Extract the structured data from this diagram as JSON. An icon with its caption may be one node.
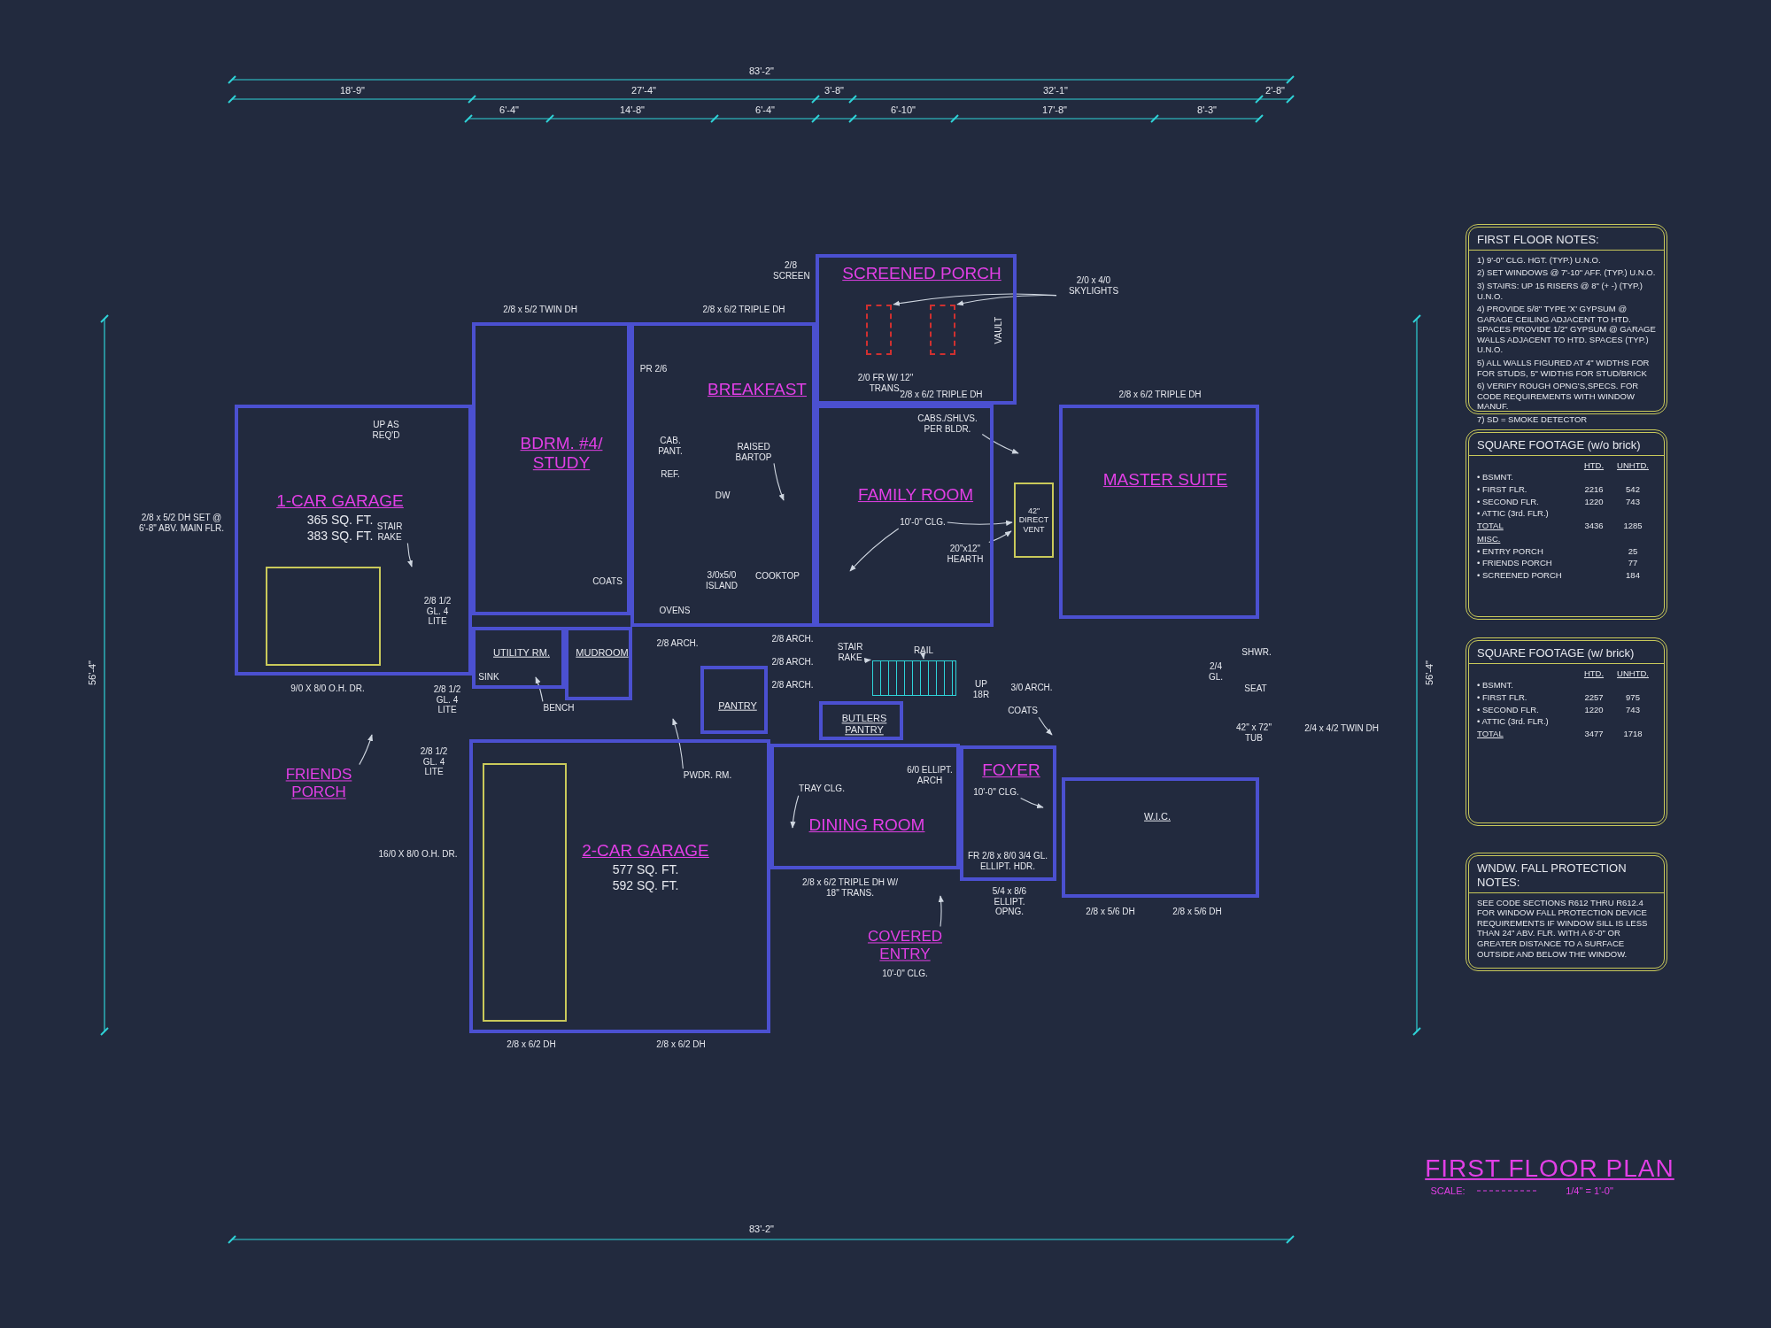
{
  "diagram": {
    "title": "FIRST FLOOR PLAN",
    "nodes": [
      {
        "text": [
          "SCREENED PORCH"
        ]
      },
      {
        "text": [
          "BREAKFAST"
        ]
      },
      {
        "text": [
          "BDRM. #4/ STUDY"
        ]
      },
      {
        "text": [
          "1-CAR GARAGE",
          "365 SQ. FT.",
          "383 SQ. FT."
        ]
      },
      {
        "text": [
          "FAMILY ROOM"
        ]
      },
      {
        "text": [
          "MASTER SUITE"
        ]
      },
      {
        "text": [
          "UTILITY RM."
        ]
      },
      {
        "text": [
          "MUDROOM"
        ]
      },
      {
        "text": [
          "PANTRY"
        ]
      },
      {
        "text": [
          "BUTLERS PANTRY"
        ]
      },
      {
        "text": [
          "FRIENDS PORCH"
        ]
      },
      {
        "text": [
          "FOYER"
        ]
      },
      {
        "text": [
          "DINING ROOM"
        ]
      },
      {
        "text": [
          "W.I.C."
        ]
      },
      {
        "text": [
          "2-CAR GARAGE",
          "577 SQ. FT.",
          "592 SQ. FT."
        ]
      },
      {
        "text": [
          "COVERED ENTRY"
        ],
        "beside": [
          "10'-0\" CLG."
        ]
      },
      {
        "text": [],
        "shape": "box",
        "in": 0
      },
      {
        "text": [],
        "shape": "box",
        "in": 0
      },
      {
        "text": [
          "2/0 x 4/0 SKYLIGHTS"
        ]
      },
      {
        "text": [
          "STAIR RAKE"
        ],
        "in": 3
      },
      {
        "text": [
          "RAISED BARTOP"
        ],
        "in": 1
      },
      {
        "text": [
          "10'-0\" CLG."
        ],
        "in": 4
      },
      {
        "text": [
          "CABS./SHLVS. PER BLDR."
        ],
        "in": 4
      },
      {
        "text": [
          "20\"x12\" HEARTH"
        ],
        "in": 4
      },
      {
        "text": [
          "BENCH"
        ]
      },
      {
        "text": [
          "PWDR. RM."
        ],
        "in": 14
      },
      {
        "text": [
          "STAIR RAKE"
        ]
      },
      {
        "text": [
          "RAIL"
        ]
      },
      {
        "text": [
          "COATS"
        ]
      },
      {
        "text": [
          "TRAY CLG."
        ],
        "in": 12
      },
      {
        "text": [
          "10'-0\" CLG."
        ],
        "in": 11
      },
      {
        "text": [
          "FIRST FLOOR NOTES:",
          "1) 9'-0\" CLG. HGT. (TYP.) U.N.O.",
          "2) SET WINDOWS @ 7'-10\" AFF. (TYP.) U.N.O.",
          "3) STAIRS: UP 15 RISERS @ 8\" (+ -) (TYP.) U.N.O.",
          "4) PROVIDE 5/8\" TYPE 'X' GYPSUM @ GARAGE CEILING ADJACENT TO HTD. SPACES PROVIDE 1/2\" GYPSUM @ GARAGE WALLS ADJACENT TO HTD. SPACES (TYP.) U.N.O.",
          "5) ALL WALLS FIGURED AT 4\" WIDTHS FOR FOR STUDS, 5\" WIDTHS FOR STUD/BRICK",
          "6) VERIFY ROUGH OPNG'S,SPECS. FOR CODE REQUIREMENTS WITH WINDOW MANUF.",
          "7) SD = SMOKE DETECTOR"
        ]
      },
      {
        "text": [
          "SQUARE FOOTAGE (w/o brick)",
          "HTD.",
          "UNHTD.",
          "• BSMNT.",
          "• FIRST FLR.",
          "2216",
          "542",
          "• SECOND FLR.",
          "1220",
          "743",
          "• ATTIC (3rd. FLR.)",
          "TOTAL",
          "3436",
          "1285",
          "MISC.",
          "• ENTRY PORCH",
          "25",
          "• FRIENDS PORCH",
          "77",
          "• SCREENED PORCH",
          "184"
        ]
      },
      {
        "text": [
          "SQUARE FOOTAGE (w/ brick)",
          "HTD.",
          "UNHTD.",
          "• BSMNT.",
          "• FIRST FLR.",
          "2257",
          "975",
          "• SECOND FLR.",
          "1220",
          "743",
          "• ATTIC (3rd. FLR.)",
          "TOTAL",
          "3477",
          "1718"
        ]
      },
      {
        "text": [
          "WNDW. FALL PROTECTION NOTES:",
          "SEE CODE SECTIONS R612 THRU R612.4 FOR WINDOW FALL PROTECTION DEVICE REQUIREMENTS IF WINDOW SILL IS LESS THAN 24\" ABV. FLR. WITH A 6'-0\" OR GREATER DISTANCE TO A SURFACE OUTSIDE AND BELOW THE WINDOW."
        ]
      },
      {
        "text": [
          "42\" DIRECT VENT"
        ]
      },
      {
        "text": [],
        "shape": "box",
        "in": 3
      },
      {
        "text": [],
        "shape": "box",
        "in": 14
      },
      {
        "text": [],
        "shape": "stairs"
      }
    ],
    "edges": [
      {
        "from": 18,
        "to": 16,
        "arrow": "to"
      },
      {
        "from": 18,
        "to": 17,
        "arrow": "to"
      },
      {
        "from": 19,
        "to": null,
        "arrow": "to"
      },
      {
        "from": 20,
        "to": null,
        "arrow": "to"
      },
      {
        "from": 21,
        "to": null,
        "arrow": "to"
      },
      {
        "from": 21,
        "to": 35,
        "arrow": "to"
      },
      {
        "from": 22,
        "to": null,
        "arrow": "to"
      },
      {
        "from": 23,
        "to": null,
        "arrow": "to"
      },
      {
        "from": 24,
        "to": null,
        "arrow": "to"
      },
      {
        "from": 25,
        "to": null,
        "arrow": "to"
      },
      {
        "from": 10,
        "to": null,
        "arrow": "to"
      },
      {
        "from": 15,
        "to": null,
        "arrow": "to"
      },
      {
        "from": 26,
        "to": 38,
        "arrow": "to"
      },
      {
        "from": 27,
        "to": 38,
        "arrow": "to"
      },
      {
        "from": 28,
        "to": null,
        "arrow": "to"
      },
      {
        "from": 29,
        "to": null,
        "arrow": "to"
      },
      {
        "from": 30,
        "to": null,
        "arrow": "to"
      }
    ],
    "labels": [
      "83'-2\"",
      "18'-9\"",
      "27'-4\"",
      "3'-8\"",
      "32'-1\"",
      "2'-8\"",
      "6'-4\"",
      "14'-8\"",
      "6'-4\"",
      "6'-10\"",
      "17'-8\"",
      "8'-3\"",
      "2/8 SCREEN",
      "2/8 x 5/2 TWIN DH",
      "2/8 x 6/2 TRIPLE DH",
      "VAULT",
      "2/0 FR W/ 12\" TRANS.",
      "PR 2/6",
      "UP AS REQ'D",
      "2/8 x 6/2 TRIPLE DH",
      "2/8 x 6/2 TRIPLE DH",
      "CAB. PANT.",
      "REF.",
      "DW",
      "2/8 x 5/2 DH SET @ 6'-8\" ABV. MAIN FLR.",
      "3/0x5/0 ISLAND",
      "COOKTOP",
      "COATS",
      "OVENS",
      "2/8 1/2 GL. 4 LITE",
      "2/8 1/2 GL. 4 LITE",
      "2/8 1/2 GL. 4 LITE",
      "SINK",
      "9/0 X 8/0 O.H. DR.",
      "2/8 ARCH.",
      "2/8 ARCH.",
      "2/8 ARCH.",
      "2/8 ARCH.",
      "UP 18R",
      "3/0 ARCH.",
      "SHWR.",
      "2/4 GL.",
      "SEAT",
      "42\" x 72\" TUB",
      "2/4 x 4/2 TWIN DH",
      "16/0 X 8/0 O.H. DR.",
      "6/0 ELLIPT. ARCH",
      "FR 2/8 x 8/0 3/4 GL. ELLIPT. HDR.",
      "2/8 x 6/2 TRIPLE DH W/ 18\" TRANS.",
      "5/4 x 8/6 ELLIPT. OPNG.",
      "2/8 x 5/6 DH",
      "2/8 x 5/6 DH",
      "2/8 x 6/2 DH",
      "2/8 x 6/2 DH",
      "56'-4\"",
      "56'-4\"",
      "83'-2\"",
      "SCALE:",
      "1/4\" = 1'-0\""
    ]
  }
}
